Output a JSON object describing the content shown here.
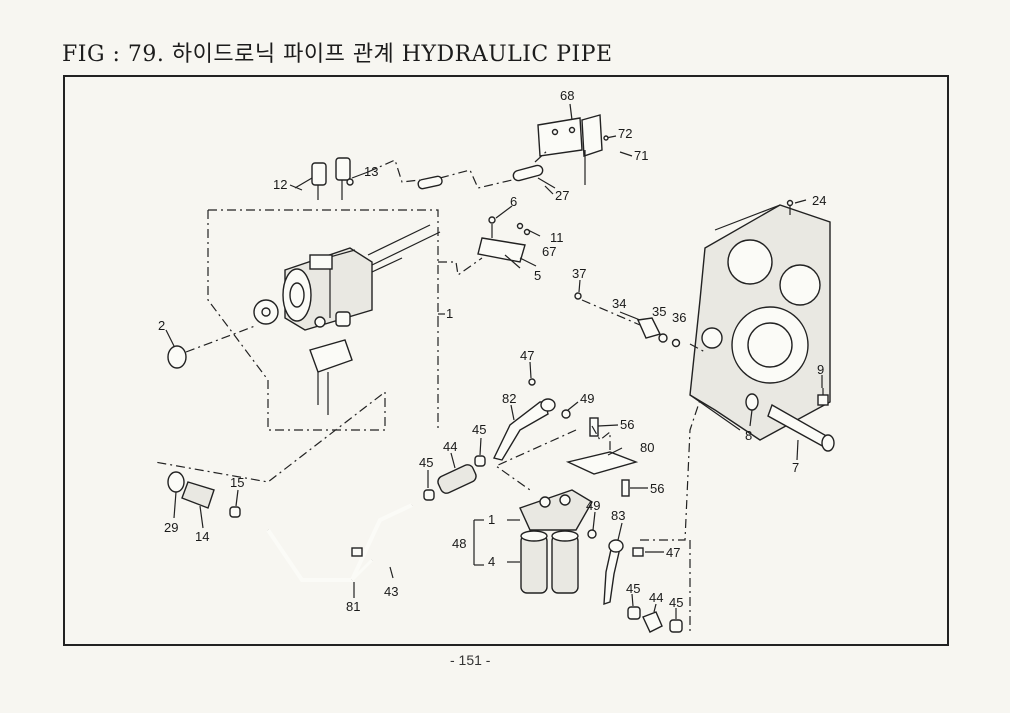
{
  "header": {
    "title": "FIG : 79. 하이드로닉 파이프 관계 HYDRAULIC PIPE"
  },
  "footer": {
    "page": "- 151 -"
  },
  "callouts": [
    "1",
    "2",
    "4",
    "5",
    "6",
    "7",
    "8",
    "9",
    "11",
    "12",
    "13",
    "14",
    "15",
    "24",
    "27",
    "29",
    "34",
    "35",
    "36",
    "37",
    "43",
    "44",
    "45",
    "47",
    "48",
    "49",
    "56",
    "67",
    "68",
    "71",
    "72",
    "80",
    "81",
    "82",
    "83"
  ],
  "labels": {
    "l68": "68",
    "l72": "72",
    "l71": "71",
    "l12": "12",
    "l13": "13",
    "l27": "27",
    "l6": "6",
    "l11": "11",
    "l67": "67",
    "l5": "5",
    "l24": "24",
    "l1": "1",
    "l2": "2",
    "l37": "37",
    "l34": "34",
    "l35": "35",
    "l36": "36",
    "l47a": "47",
    "l49a": "49",
    "l82": "82",
    "l56a": "56",
    "l9": "9",
    "l8": "8",
    "l7": "7",
    "l45a": "45",
    "l44a": "44",
    "l45b": "45",
    "l80": "80",
    "l56b": "56",
    "l15": "15",
    "l29": "29",
    "l14": "14",
    "l48": "48",
    "l1b": "1",
    "l4": "4",
    "l49b": "49",
    "l83": "83",
    "l47b": "47",
    "l81": "81",
    "l43": "43",
    "l45c": "45",
    "l44b": "44",
    "l45d": "45"
  }
}
